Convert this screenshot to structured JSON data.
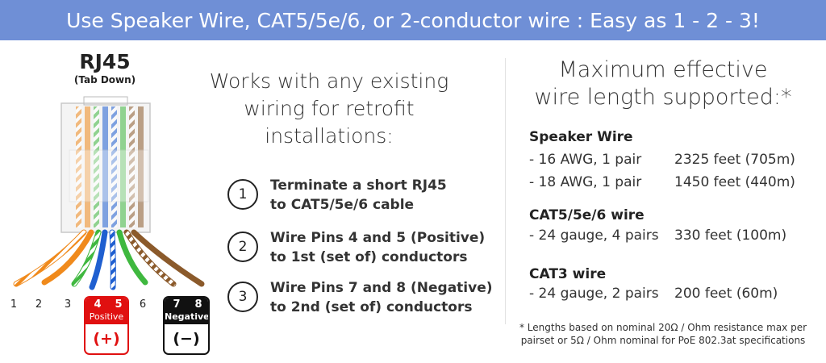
{
  "banner": {
    "text": "Use Speaker Wire, CAT5/5e/6, or 2-conductor wire : Easy as 1 - 2 - 3!"
  },
  "connector": {
    "title": "RJ45",
    "subtitle": "(Tab Down)",
    "pins": [
      "1",
      "2",
      "3",
      "4",
      "5",
      "6",
      "7",
      "8"
    ],
    "positive": {
      "label": "Positive",
      "sign": "(+)",
      "color": "#e01010"
    },
    "negative": {
      "label": "Negative",
      "sign": "(−)",
      "color": "#111111"
    },
    "wire_colors": [
      "#f08a1c",
      "#f08a1c",
      "#3fb83f",
      "#1f5fd0",
      "#1f5fd0",
      "#3fb83f",
      "#8b5a2b",
      "#8b5a2b"
    ],
    "wire_striped": [
      true,
      false,
      true,
      false,
      true,
      false,
      true,
      false
    ]
  },
  "middle": {
    "heading_lines": [
      "Works with any existing",
      "wiring for retrofit",
      "installations:"
    ],
    "steps": [
      {
        "num": "1",
        "line1": "Terminate a short RJ45",
        "line2": "to CAT5/5e/6 cable"
      },
      {
        "num": "2",
        "line1": "Wire Pins 4 and 5 (Positive)",
        "line2": "to 1st (set of) conductors"
      },
      {
        "num": "3",
        "line1": "Wire Pins 7 and 8 (Negative)",
        "line2": "to 2nd (set of) conductors"
      }
    ]
  },
  "right": {
    "title_lines": [
      "Maximum effective",
      "wire length supported:*"
    ],
    "sections": [
      {
        "name": "Speaker Wire",
        "rows": [
          {
            "spec": "- 16 AWG, 1 pair",
            "length": "2325 feet (705m)"
          },
          {
            "spec": "- 18 AWG, 1 pair",
            "length": "1450 feet (440m)"
          }
        ]
      },
      {
        "name": "CAT5/5e/6 wire",
        "rows": [
          {
            "spec": "- 24 gauge, 4 pairs",
            "length": "330 feet (100m)"
          }
        ]
      },
      {
        "name": "CAT3 wire",
        "rows": [
          {
            "spec": "- 24 gauge, 2 pairs",
            "length": "200 feet (60m)"
          }
        ]
      }
    ],
    "footnote_lines": [
      "* Lengths based on nominal 20Ω / Ohm resistance max per",
      "pairset or 5Ω / Ohm nominal for PoE 802.3at specifications"
    ]
  }
}
